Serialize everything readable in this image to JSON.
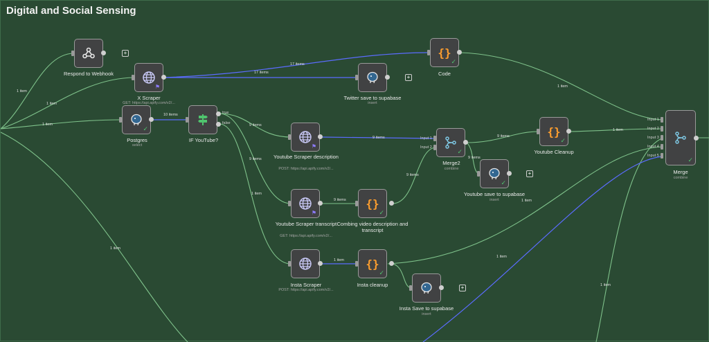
{
  "title": "Digital and Social Sensing",
  "colors": {
    "canvas": "#2a4a33",
    "edge": "#7fc28b",
    "edge_active": "#5b6cff",
    "node": "#414243",
    "code_icon": "#ff9f2e",
    "success": "#4fc46e"
  },
  "nodes": {
    "webhook": {
      "label": "Respond to Webhook",
      "icon": "webhook-icon"
    },
    "x_scraper": {
      "label": "X Scraper",
      "sub": "GET: https://api.apify.com/v2/...",
      "icon": "globe-icon"
    },
    "code": {
      "label": "Code",
      "icon": "braces-icon"
    },
    "twitter_save": {
      "label": "Twitter save to supabase",
      "sub": "insert",
      "icon": "postgres-icon"
    },
    "postgres": {
      "label": "Postgres",
      "sub": "select",
      "icon": "postgres-icon"
    },
    "if_youtube": {
      "label": "IF YouTube?",
      "true_label": "true",
      "false_label": "false",
      "icon": "signpost-icon"
    },
    "yt_desc": {
      "label": "Youtube Scraper description",
      "sub": "POST: https://api.apify.com/v2/...",
      "icon": "globe-icon"
    },
    "merge2": {
      "label": "Merge2",
      "sub": "combine",
      "in1": "Input 1",
      "in2": "Input 2",
      "icon": "merge-icon"
    },
    "yt_cleanup": {
      "label": "Youtube Cleanup",
      "icon": "braces-icon"
    },
    "yt_save": {
      "label": "Youtube save to supabase",
      "sub": "insert",
      "icon": "postgres-icon"
    },
    "yt_transcript": {
      "label": "Youtube Scraper transcript",
      "sub": "GET: https://api.apify.com/v2/...",
      "icon": "globe-icon"
    },
    "combine": {
      "label": "Combing video description and transcript",
      "icon": "braces-icon"
    },
    "insta_scraper": {
      "label": "Insta Scraper",
      "sub": "POST: https://api.apify.com/v2/...",
      "icon": "globe-icon"
    },
    "insta_cleanup": {
      "label": "Insta cleanup",
      "icon": "braces-icon"
    },
    "insta_save": {
      "label": "Insta Save to supabase",
      "sub": "insert",
      "icon": "postgres-icon"
    },
    "merge": {
      "label": "Merge",
      "sub": "combine",
      "inputs": [
        "Input 1",
        "Input 2",
        "Input 3",
        "Input 4",
        "Input 5"
      ],
      "icon": "merge-icon"
    }
  },
  "edges": {
    "e1": "1 item",
    "e2": "1 item",
    "e3": "1 item",
    "e4": "17 items",
    "e5": "17 items",
    "e6": "10 items",
    "e7": "9 items",
    "e8": "9 items",
    "e9": "1 item",
    "e10": "9 items",
    "e11": "9 items",
    "e12": "9 items",
    "e13": "9 items",
    "e14": "1 item",
    "e15": "1 item",
    "e16": "1 item",
    "e17": "1 item",
    "e18": "1 item",
    "e19": "1 item",
    "e20": "1 item"
  }
}
